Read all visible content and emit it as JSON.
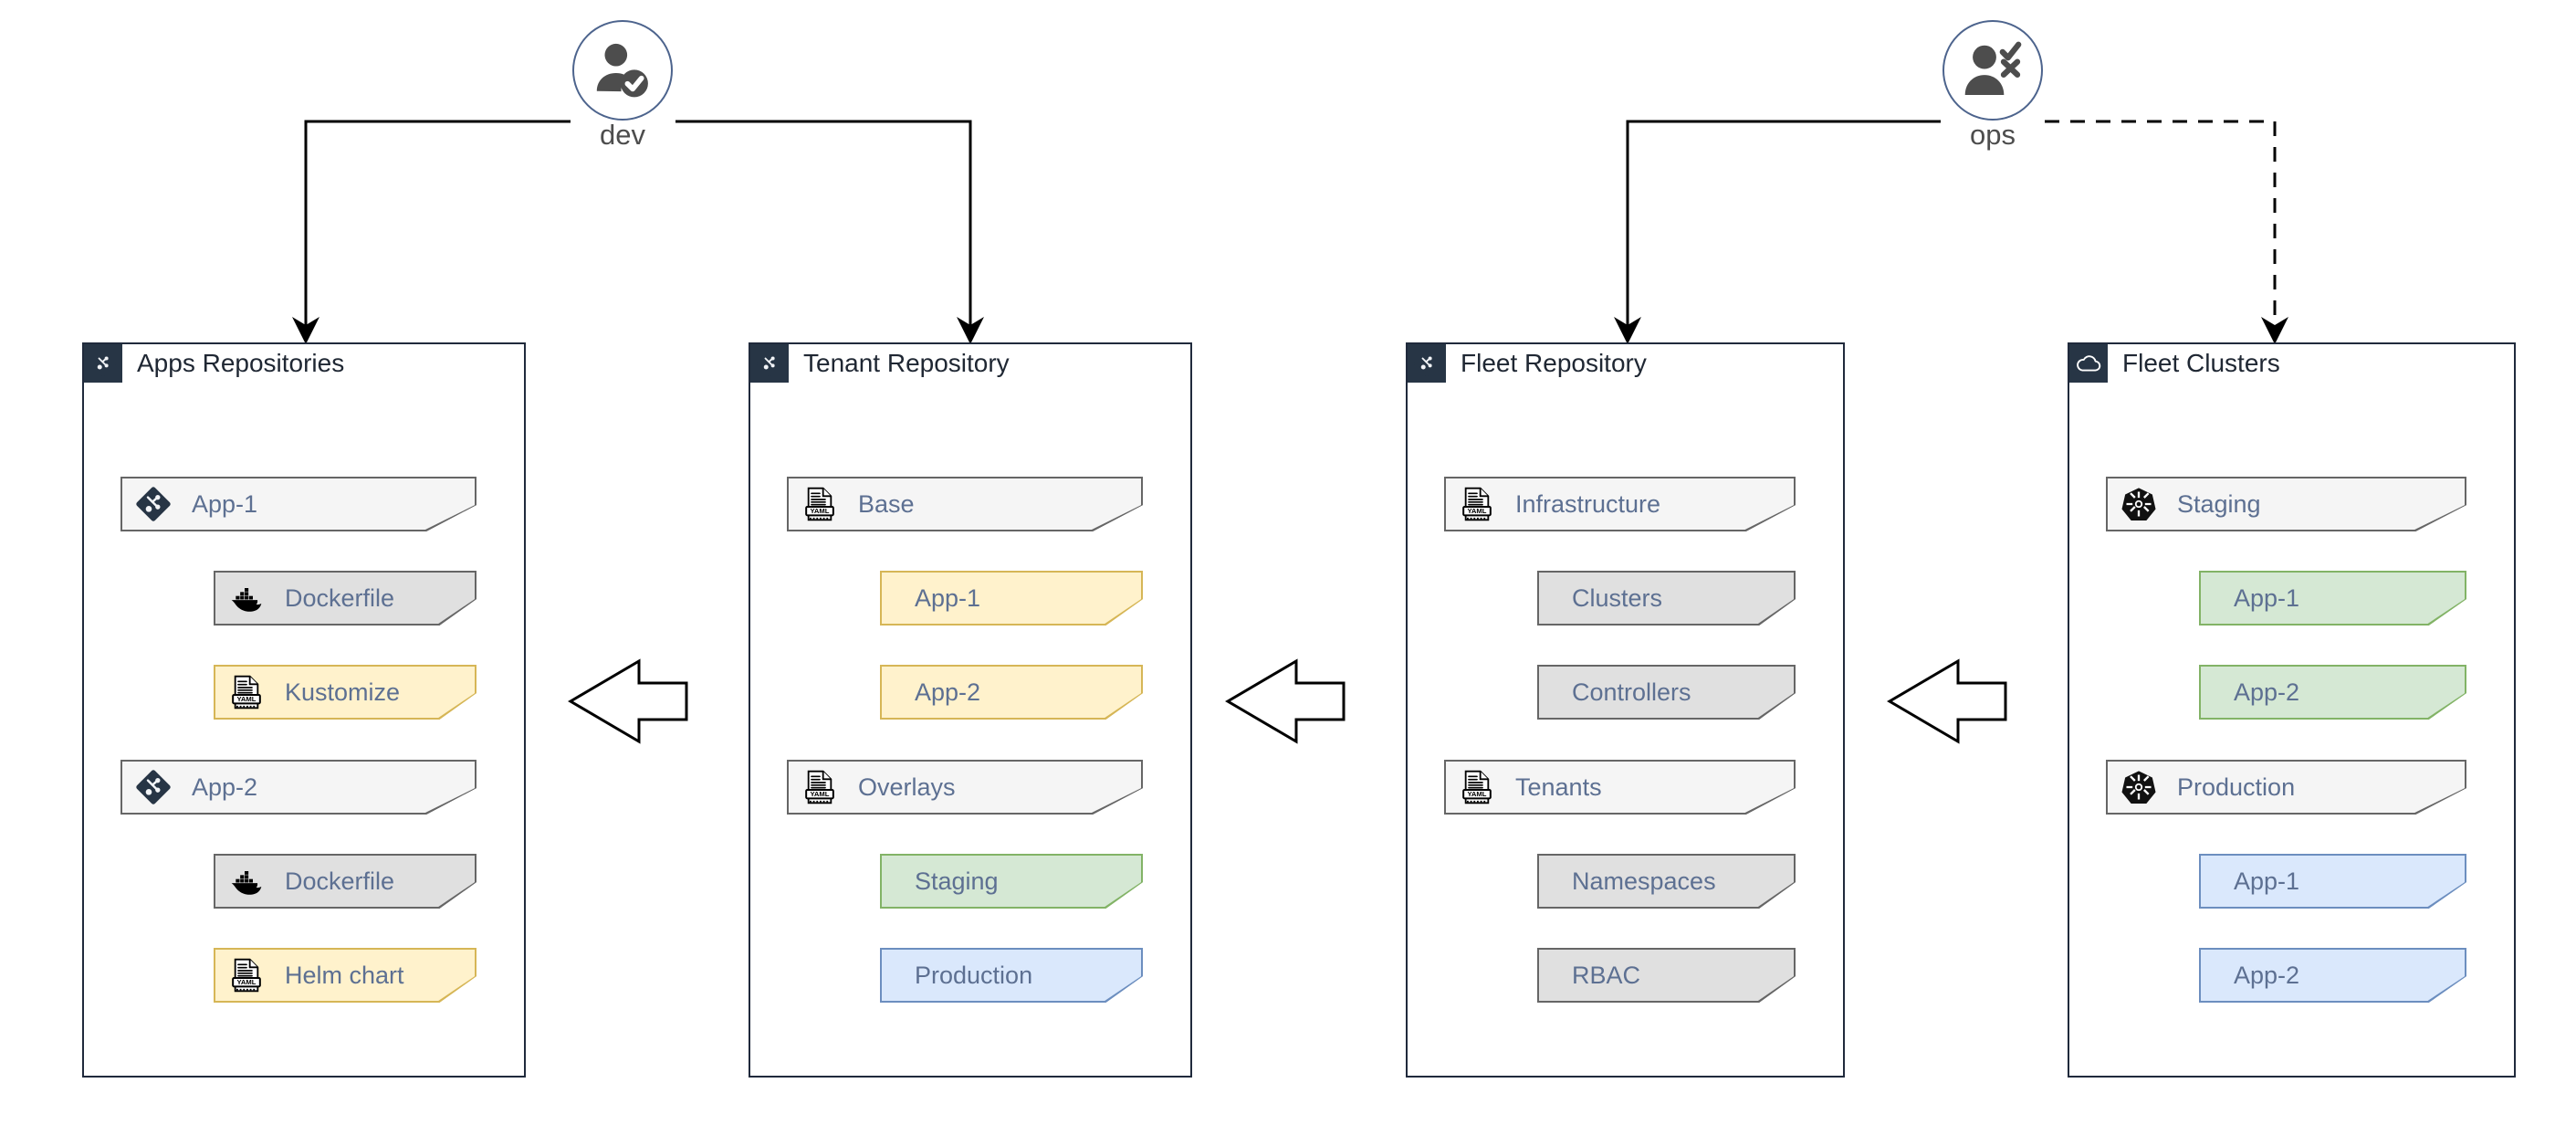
{
  "diagram": {
    "title": "GitOps fleet repositories and clusters flow",
    "actors": [
      {
        "id": "dev",
        "label": "dev",
        "icon": "user-check-icon"
      },
      {
        "id": "ops",
        "label": "ops",
        "icon": "user-check-x-icon"
      }
    ],
    "panels": [
      {
        "id": "apps-repositories",
        "title": "Apps Repositories",
        "icon": "git-icon",
        "items": [
          {
            "label": "App-1",
            "icon": "git-icon",
            "style": "grey-light",
            "indent": 0
          },
          {
            "label": "Dockerfile",
            "icon": "docker-icon",
            "style": "grey-dark",
            "indent": 1
          },
          {
            "label": "Kustomize",
            "icon": "yaml-icon",
            "style": "yellow",
            "indent": 1
          },
          {
            "label": "App-2",
            "icon": "git-icon",
            "style": "grey-light",
            "indent": 0
          },
          {
            "label": "Dockerfile",
            "icon": "docker-icon",
            "style": "grey-dark",
            "indent": 1
          },
          {
            "label": "Helm chart",
            "icon": "yaml-icon",
            "style": "yellow",
            "indent": 1
          }
        ]
      },
      {
        "id": "tenant-repository",
        "title": "Tenant Repository",
        "icon": "git-icon",
        "items": [
          {
            "label": "Base",
            "icon": "yaml-icon",
            "style": "grey-light",
            "indent": 0
          },
          {
            "label": "App-1",
            "icon": "none",
            "style": "yellow",
            "indent": 1
          },
          {
            "label": "App-2",
            "icon": "none",
            "style": "yellow",
            "indent": 1
          },
          {
            "label": "Overlays",
            "icon": "yaml-icon",
            "style": "grey-light",
            "indent": 0
          },
          {
            "label": "Staging",
            "icon": "none",
            "style": "green",
            "indent": 1
          },
          {
            "label": "Production",
            "icon": "none",
            "style": "blue",
            "indent": 1
          }
        ]
      },
      {
        "id": "fleet-repository",
        "title": "Fleet Repository",
        "icon": "git-icon",
        "items": [
          {
            "label": "Infrastructure",
            "icon": "yaml-icon",
            "style": "grey-light",
            "indent": 0
          },
          {
            "label": "Clusters",
            "icon": "none",
            "style": "grey-dark",
            "indent": 1
          },
          {
            "label": "Controllers",
            "icon": "none",
            "style": "grey-dark",
            "indent": 1
          },
          {
            "label": "Tenants",
            "icon": "yaml-icon",
            "style": "grey-light",
            "indent": 0
          },
          {
            "label": "Namespaces",
            "icon": "none",
            "style": "grey-dark",
            "indent": 1
          },
          {
            "label": "RBAC",
            "icon": "none",
            "style": "grey-dark",
            "indent": 1
          }
        ]
      },
      {
        "id": "fleet-clusters",
        "title": "Fleet Clusters",
        "icon": "cloud-icon",
        "items": [
          {
            "label": "Staging",
            "icon": "kubernetes-icon",
            "style": "grey-light",
            "indent": 0
          },
          {
            "label": "App-1",
            "icon": "none",
            "style": "green",
            "indent": 1
          },
          {
            "label": "App-2",
            "icon": "none",
            "style": "green",
            "indent": 1
          },
          {
            "label": "Production",
            "icon": "kubernetes-icon",
            "style": "grey-light",
            "indent": 0
          },
          {
            "label": "App-1",
            "icon": "none",
            "style": "blue",
            "indent": 1
          },
          {
            "label": "App-2",
            "icon": "none",
            "style": "blue",
            "indent": 1
          }
        ]
      }
    ],
    "flow_arrows": [
      {
        "id": "arrow-tenant-to-apps",
        "direction": "left"
      },
      {
        "id": "arrow-fleet-to-tenant",
        "direction": "left"
      },
      {
        "id": "arrow-clusters-to-fleet",
        "direction": "left"
      }
    ],
    "connectors": [
      {
        "id": "dev-to-apps-repositories",
        "from": "dev",
        "to": "apps-repositories",
        "style": "solid"
      },
      {
        "id": "dev-to-tenant-repository",
        "from": "dev",
        "to": "tenant-repository",
        "style": "solid"
      },
      {
        "id": "ops-to-fleet-repository",
        "from": "ops",
        "to": "fleet-repository",
        "style": "solid"
      },
      {
        "id": "ops-to-fleet-clusters",
        "from": "ops",
        "to": "fleet-clusters",
        "style": "dashed"
      }
    ],
    "colors": {
      "panel_border": "#202a3c",
      "panel_header": "#273545",
      "text": "#5d7092",
      "actor_ring": "#4d648d",
      "yellow_fill": "#fff2cc",
      "yellow_stroke": "#d6b656",
      "green_fill": "#d5e8d4",
      "green_stroke": "#82b366",
      "blue_fill": "#dae8fc",
      "blue_stroke": "#6c8ebf",
      "grey_light_fill": "#f5f5f5",
      "grey_dark_fill": "#e0e0e0",
      "grey_stroke": "#666666"
    }
  }
}
